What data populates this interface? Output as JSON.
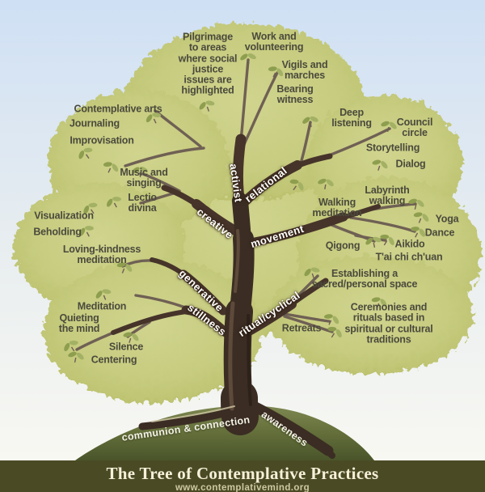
{
  "poster": {
    "title": "The Tree of Contemplative Practices",
    "url": "www.contemplativemind.org"
  },
  "roots": {
    "communion": "communion & connection",
    "awareness": "awareness"
  },
  "groups": {
    "activist": {
      "label": "activist",
      "items": {
        "pilgrimage": "Pilgrimage\nto areas\nwhere social\njustice\nissues are\nhighlighted",
        "work_volunteering": "Work and\nvolunteering",
        "vigils_marches": "Vigils and\nmarches",
        "bearing_witness": "Bearing\nwitness"
      }
    },
    "relational": {
      "label": "relational",
      "items": {
        "deep_listening": "Deep\nlistening",
        "council_circle": "Council\ncircle",
        "storytelling": "Storytelling",
        "dialog": "Dialog"
      }
    },
    "creative": {
      "label": "creative",
      "items": {
        "contemplative_arts": "Contemplative arts",
        "journaling": "Journaling",
        "improvisation": "Improvisation",
        "music_singing": "Music and\nsinging",
        "lectio_divina": "Lectio\ndivina"
      }
    },
    "movement": {
      "label": "movement",
      "items": {
        "labyrinth_walking": "Labyrinth\nwalking",
        "walking_meditation": "Walking\nmeditation",
        "yoga": "Yoga",
        "dance": "Dance",
        "qigong": "Qigong",
        "aikido": "Aikido",
        "tai_chi": "T'ai chi ch'uan"
      }
    },
    "generative": {
      "label": "generative",
      "items": {
        "visualization": "Visualization",
        "beholding": "Beholding",
        "loving_kindness": "Loving-kindness\nmeditation"
      }
    },
    "stillness": {
      "label": "stillness",
      "items": {
        "meditation": "Meditation",
        "quieting_mind": "Quieting\nthe mind",
        "silence": "Silence",
        "centering": "Centering"
      }
    },
    "ritual_cyclical": {
      "label": "ritual/cyclical",
      "items": {
        "establishing_space": "Establishing a\nsacred/personal space",
        "ceremonies": "Ceremonies and\nrituals based in\nspiritual or cultural\ntraditions",
        "retreats": "Retreats"
      }
    }
  },
  "colors": {
    "sky": "#cfe0f4",
    "canopy": "#c7cc80",
    "canopy_edge": "#a9af55",
    "trunk": "#3b2d23",
    "hill": "#66713c",
    "bar_bg": "#4a4b24",
    "practice_text": "#4b4a3c",
    "branch_text": "#ffffff"
  }
}
